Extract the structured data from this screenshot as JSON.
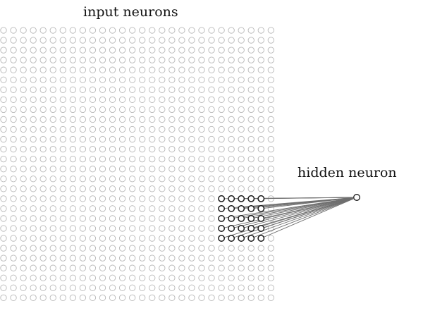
{
  "labels": {
    "input": "input neurons",
    "hidden": "hidden neuron"
  },
  "grid": {
    "rows": 28,
    "cols": 28
  },
  "receptive_field": {
    "row_start": 17,
    "col_start": 22,
    "size": 5
  },
  "colors": {
    "grid_neuron": "#b8b8b8",
    "field_neuron": "#1a1a1a",
    "connection": "#6f6f6f",
    "hidden_neuron": "#1a1a1a"
  }
}
